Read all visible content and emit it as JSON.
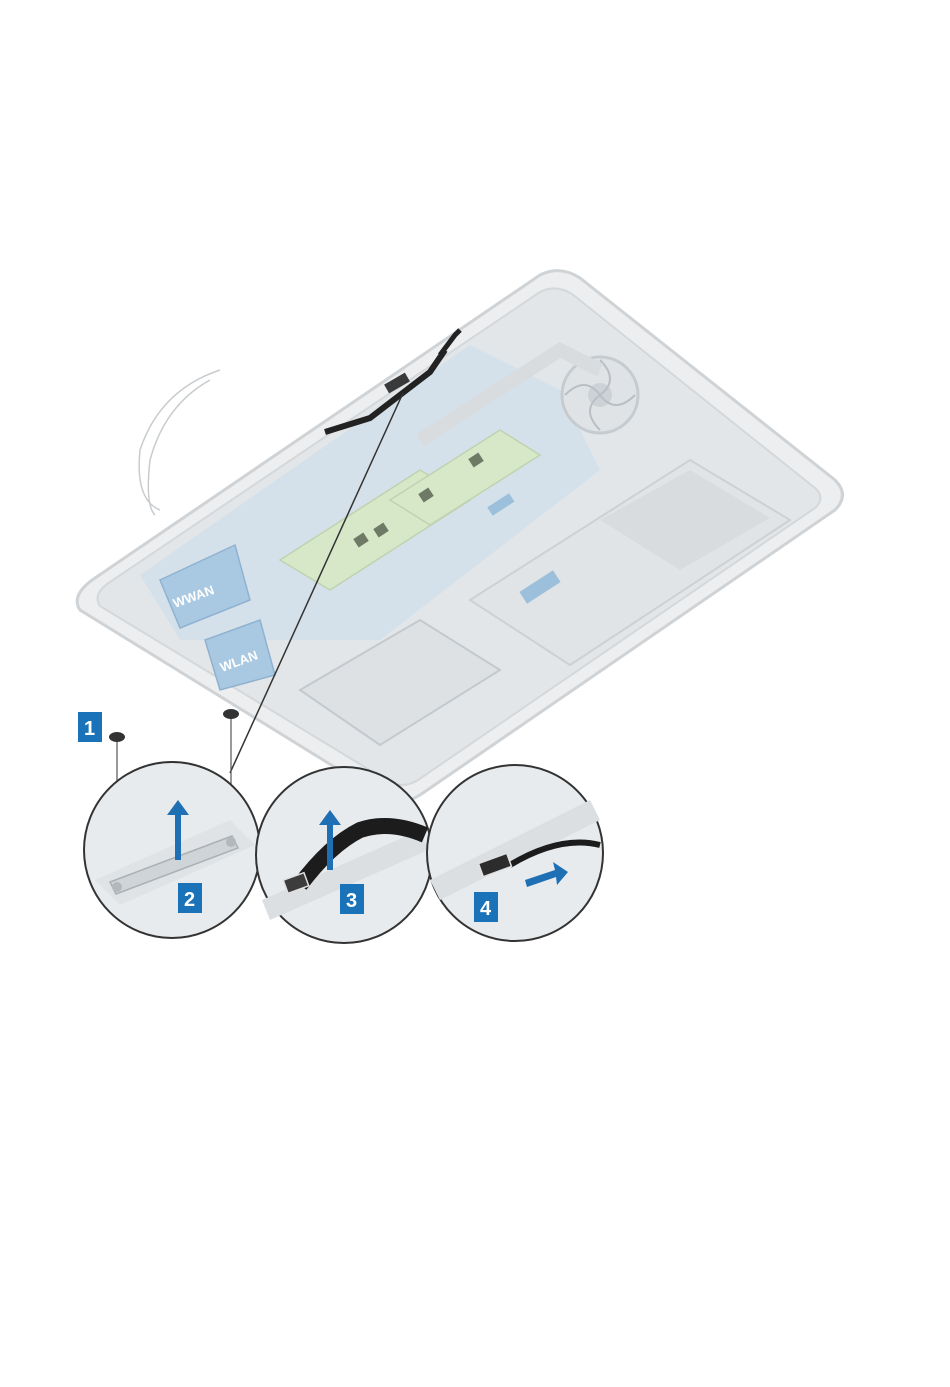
{
  "colors": {
    "chassis": "#e9ebec",
    "chassis_edge": "#cfd3d6",
    "board": "#cfe0ec",
    "board_blue": "#9fc3de",
    "cable": "#222222",
    "callout": "#1a73b8",
    "arrow": "#1f6fb5"
  },
  "board_labels": {
    "wwan": "WWAN",
    "wlan": "WLAN"
  },
  "callouts": [
    {
      "number": "1"
    },
    {
      "number": "2"
    },
    {
      "number": "3"
    },
    {
      "number": "4"
    }
  ]
}
